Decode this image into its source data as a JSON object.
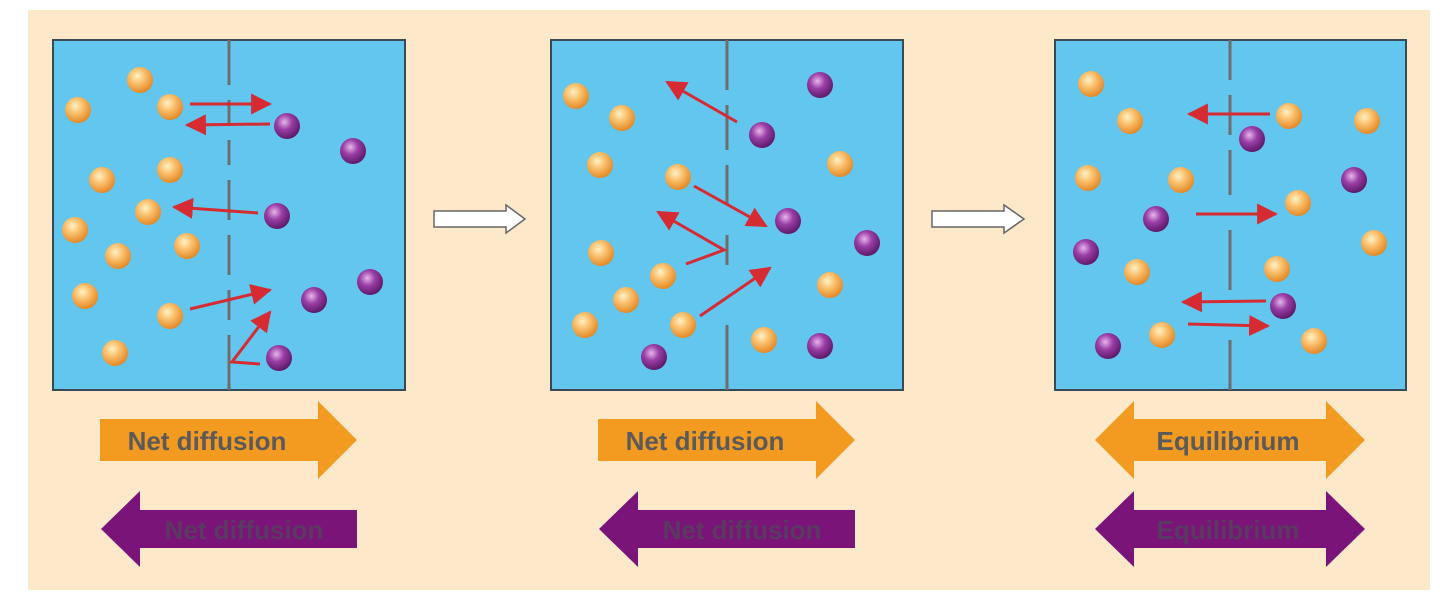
{
  "colors": {
    "background": "#fde9c9",
    "chamber": "#62c6ee",
    "orange_particle": "#f7a84a",
    "purple_particle": "#7b2a8a",
    "motion_arrow": "#d62b33",
    "orange_arrow": "#f39a20",
    "purple_arrow": "#7a1479",
    "label_text": "#5a5a5a"
  },
  "stages": [
    {
      "orange_label": "Net diffusion",
      "orange_direction": "right",
      "purple_label": "Net diffusion",
      "purple_direction": "left"
    },
    {
      "orange_label": "Net diffusion",
      "orange_direction": "right",
      "purple_label": "Net diffusion",
      "purple_direction": "left"
    },
    {
      "orange_label": "Equilibrium",
      "orange_direction": "both",
      "purple_label": "Equilibrium",
      "purple_direction": "both"
    }
  ]
}
